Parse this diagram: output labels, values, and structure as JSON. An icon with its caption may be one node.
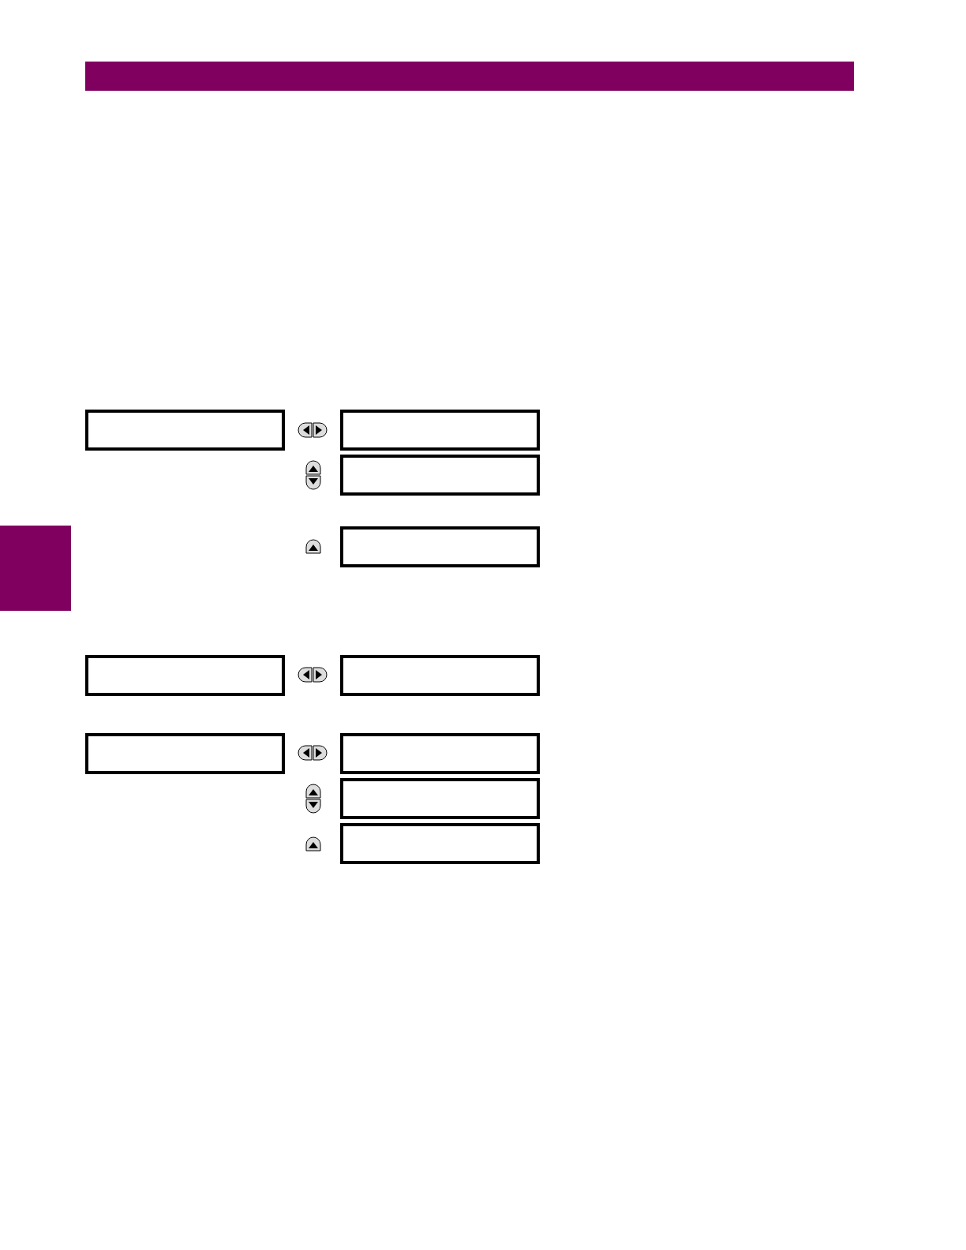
{
  "diagram": {
    "nodes": [
      {
        "text": [],
        "shape": "bar"
      },
      {
        "text": [],
        "shape": "box"
      },
      {
        "text": [],
        "shape": "box"
      },
      {
        "text": [],
        "shape": "box"
      },
      {
        "text": [],
        "shape": "box"
      },
      {
        "text": [],
        "shape": "bar"
      },
      {
        "text": [],
        "shape": "box"
      },
      {
        "text": [],
        "shape": "box"
      },
      {
        "text": [],
        "shape": "box"
      },
      {
        "text": [],
        "shape": "box"
      },
      {
        "text": [],
        "shape": "box"
      },
      {
        "text": [],
        "shape": "box"
      }
    ]
  }
}
